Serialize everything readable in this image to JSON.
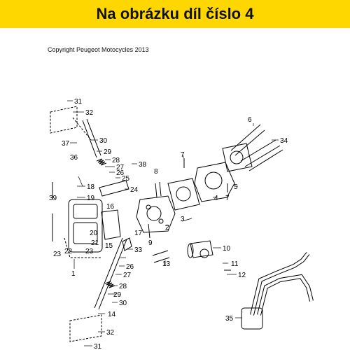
{
  "banner": {
    "text": "Na obrázku díl číslo 4",
    "color": "#ffd700"
  },
  "copyright": "Copyright Peugeot Motocycles 2013",
  "callouts": [
    "1",
    "2",
    "3",
    "4",
    "5",
    "6",
    "7",
    "7",
    "8",
    "9",
    "10",
    "11",
    "12",
    "13",
    "14",
    "15",
    "16",
    "17",
    "18",
    "19",
    "20",
    "21",
    "22",
    "23",
    "23",
    "24",
    "25",
    "26",
    "26",
    "27",
    "27",
    "28",
    "28",
    "29",
    "29",
    "30",
    "30",
    "31",
    "31",
    "32",
    "32",
    "33",
    "34",
    "35",
    "36",
    "37",
    "38",
    "39"
  ]
}
